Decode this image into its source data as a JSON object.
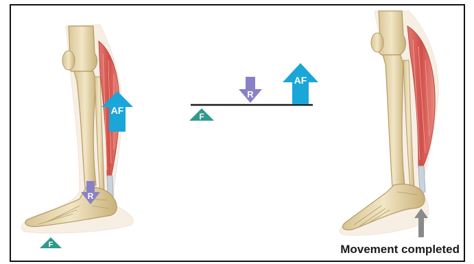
{
  "labels": {
    "effort": "AF",
    "resistance": "R",
    "fulcrum": "F"
  },
  "caption": "Movement completed",
  "colors": {
    "effort_arrow": "#1aa6d8",
    "resistance_arrow": "#8a80c8",
    "fulcrum_triangle": "#2f9a8c",
    "bone": "#e9d9b0",
    "bone_outline": "#b59a63",
    "muscle": "#d9605c",
    "tendon": "#c9d3de",
    "skin": "#f4e2cf",
    "lever_bar": "#1a1a1a",
    "movement_arrow": "#8a8a8a"
  },
  "icons": {
    "effort": "up-arrow",
    "resistance": "down-arrow",
    "fulcrum": "triangle",
    "movement": "up-arrow"
  }
}
